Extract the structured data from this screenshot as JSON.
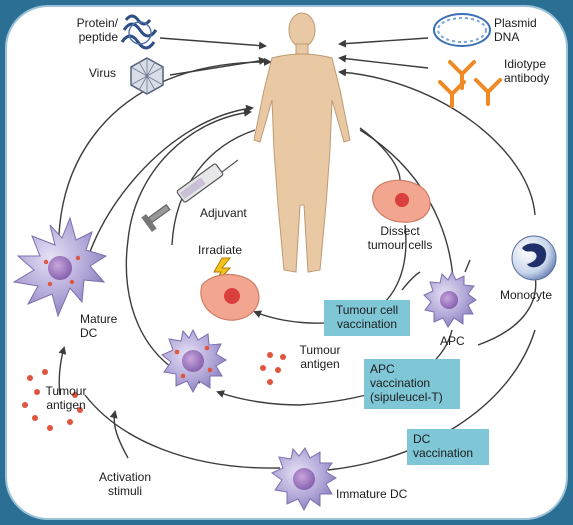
{
  "labels": {
    "protein_peptide": "Protein/\npeptide",
    "virus": "Virus",
    "plasmid_dna": "Plasmid\nDNA",
    "idiotype_antibody": "Idiotype\nantibody",
    "adjuvant": "Adjuvant",
    "irradiate": "Irradiate",
    "dissect_tumour_cells": "Dissect\ntumour cells",
    "mature_dc": "Mature\nDC",
    "tumour_antigen_center": "Tumour\nantigen",
    "apc": "APC",
    "monocyte": "Monocyte",
    "tumour_antigen_left": "Tumour\nantigen",
    "activation_stimuli": "Activation\nstimuli",
    "immature_dc": "Immature DC"
  },
  "boxes": {
    "tumour_cell_vaccination": "Tumour cell\nvaccination",
    "apc_vaccination": "APC\nvaccination\n(sipuleucel-T)",
    "dc_vaccination": "DC\nvaccination"
  },
  "colors": {
    "background": "#2b6f95",
    "panel": "#ffffff",
    "body": "#e9c9a4",
    "box": "#7fc7d6",
    "cell_purple": "#a99ed2",
    "tumour_cell": "#f2a58f",
    "antigen_dot": "#e0553e",
    "antibody": "#ef8a25",
    "dna": "#3a6fb6",
    "arrow": "#3c3c3c"
  },
  "icons": {
    "protein": "protein-icon",
    "virus": "virus-icon",
    "plasmid": "plasmid-dna-icon",
    "antibody": "antibody-icon",
    "syringe": "syringe-icon",
    "lightning": "lightning-icon",
    "human": "human-figure-icon"
  }
}
